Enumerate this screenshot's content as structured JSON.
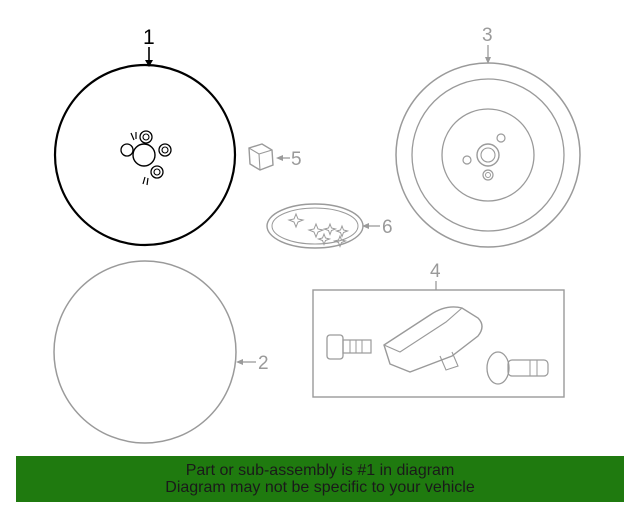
{
  "diagram": {
    "callouts": [
      {
        "id": "1",
        "label": "1",
        "part": "wheel",
        "highlighted": true
      },
      {
        "id": "2",
        "label": "2",
        "part": "wheel-cover",
        "highlighted": false
      },
      {
        "id": "3",
        "label": "3",
        "part": "spare-wheel",
        "highlighted": false
      },
      {
        "id": "4",
        "label": "4",
        "part": "tire-pressure-sensor-kit",
        "highlighted": false
      },
      {
        "id": "5",
        "label": "5",
        "part": "lug-nut",
        "highlighted": false
      },
      {
        "id": "6",
        "label": "6",
        "part": "center-emblem",
        "highlighted": false
      }
    ]
  },
  "footer": {
    "line1": "Part or sub-assembly is #1 in diagram",
    "line2": "Diagram may not be specific to your vehicle"
  },
  "colors": {
    "highlight": "#000000",
    "muted": "#9a9a9a",
    "footer_bg": "#1f7a0f",
    "footer_text": "#1a1a1a"
  }
}
